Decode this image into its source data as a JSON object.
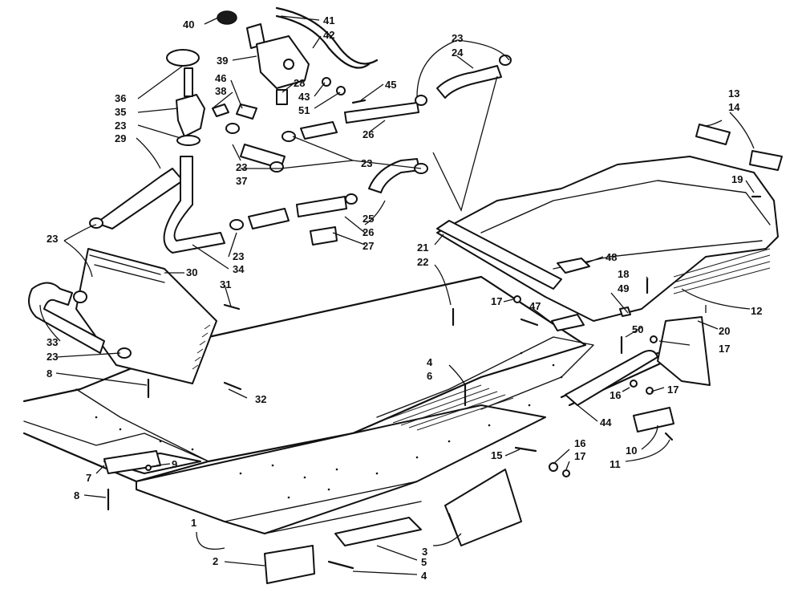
{
  "callouts": [
    {
      "id": "c1",
      "text": "1"
    },
    {
      "id": "c2",
      "text": "2"
    },
    {
      "id": "c3",
      "text": "3"
    },
    {
      "id": "c4a",
      "text": "4"
    },
    {
      "id": "c4b",
      "text": "4"
    },
    {
      "id": "c5",
      "text": "5"
    },
    {
      "id": "c6",
      "text": "6"
    },
    {
      "id": "c7",
      "text": "7"
    },
    {
      "id": "c8a",
      "text": "8"
    },
    {
      "id": "c8b",
      "text": "8"
    },
    {
      "id": "c9",
      "text": "9"
    },
    {
      "id": "c10",
      "text": "10"
    },
    {
      "id": "c11",
      "text": "11"
    },
    {
      "id": "c12",
      "text": "12"
    },
    {
      "id": "c13",
      "text": "13"
    },
    {
      "id": "c14",
      "text": "14"
    },
    {
      "id": "c15",
      "text": "15"
    },
    {
      "id": "c16a",
      "text": "16"
    },
    {
      "id": "c16b",
      "text": "16"
    },
    {
      "id": "c17a",
      "text": "17"
    },
    {
      "id": "c17b",
      "text": "17"
    },
    {
      "id": "c17c",
      "text": "17"
    },
    {
      "id": "c17d",
      "text": "17"
    },
    {
      "id": "c18",
      "text": "18"
    },
    {
      "id": "c19",
      "text": "19"
    },
    {
      "id": "c20",
      "text": "20"
    },
    {
      "id": "c21",
      "text": "21"
    },
    {
      "id": "c22",
      "text": "22"
    },
    {
      "id": "c23a",
      "text": "23"
    },
    {
      "id": "c23b",
      "text": "23"
    },
    {
      "id": "c23c",
      "text": "23"
    },
    {
      "id": "c23d",
      "text": "23"
    },
    {
      "id": "c23e",
      "text": "23"
    },
    {
      "id": "c23f",
      "text": "23"
    },
    {
      "id": "c23g",
      "text": "23"
    },
    {
      "id": "c24",
      "text": "24"
    },
    {
      "id": "c25",
      "text": "25"
    },
    {
      "id": "c26a",
      "text": "26"
    },
    {
      "id": "c26b",
      "text": "26"
    },
    {
      "id": "c27",
      "text": "27"
    },
    {
      "id": "c28",
      "text": "28"
    },
    {
      "id": "c29",
      "text": "29"
    },
    {
      "id": "c30",
      "text": "30"
    },
    {
      "id": "c31",
      "text": "31"
    },
    {
      "id": "c32",
      "text": "32"
    },
    {
      "id": "c33",
      "text": "33"
    },
    {
      "id": "c34",
      "text": "34"
    },
    {
      "id": "c35",
      "text": "35"
    },
    {
      "id": "c36",
      "text": "36"
    },
    {
      "id": "c37",
      "text": "37"
    },
    {
      "id": "c38",
      "text": "38"
    },
    {
      "id": "c39",
      "text": "39"
    },
    {
      "id": "c40",
      "text": "40"
    },
    {
      "id": "c41",
      "text": "41"
    },
    {
      "id": "c42",
      "text": "42"
    },
    {
      "id": "c43",
      "text": "43"
    },
    {
      "id": "c44",
      "text": "44"
    },
    {
      "id": "c45",
      "text": "45"
    },
    {
      "id": "c46",
      "text": "46"
    },
    {
      "id": "c47",
      "text": "47"
    },
    {
      "id": "c48",
      "text": "48"
    },
    {
      "id": "c49",
      "text": "49"
    },
    {
      "id": "c50",
      "text": "50"
    },
    {
      "id": "c51",
      "text": "51"
    }
  ]
}
